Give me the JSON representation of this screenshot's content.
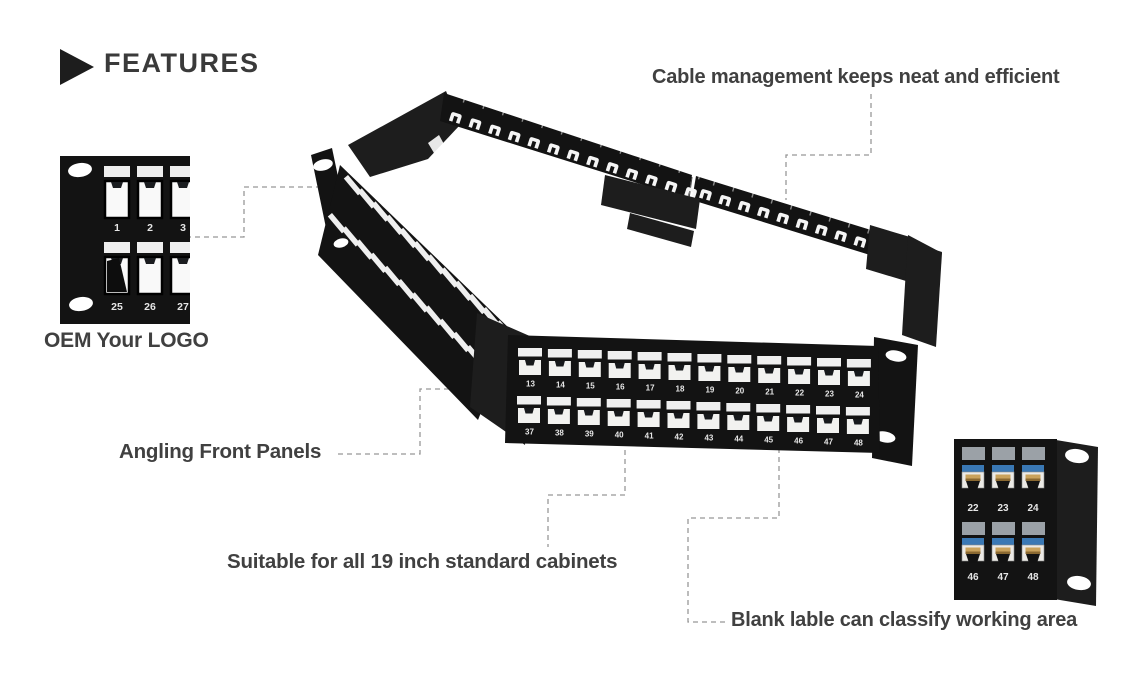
{
  "title": {
    "label": "FEATURES"
  },
  "annotations": {
    "cable_management": "Cable management keeps neat and efficient",
    "oem_logo": "OEM Your LOGO",
    "angling_panels": "Angling Front Panels",
    "cabinets": "Suitable for all 19 inch standard cabinets",
    "blank_label": "Blank lable can classify working area"
  },
  "product": {
    "front_panel": {
      "top_row_ports": [
        "13",
        "14",
        "15",
        "16",
        "17",
        "18",
        "19",
        "20",
        "21",
        "22",
        "23",
        "24"
      ],
      "bottom_row_ports": [
        "37",
        "38",
        "39",
        "40",
        "41",
        "42",
        "43",
        "44",
        "45",
        "46",
        "47",
        "48"
      ]
    },
    "oem_inset": {
      "top_row_ports": [
        "1",
        "2",
        "3"
      ],
      "bottom_row_ports": [
        "25",
        "26",
        "27"
      ]
    },
    "label_inset": {
      "top_row_ports": [
        "22",
        "23",
        "24"
      ],
      "bottom_row_ports": [
        "46",
        "47",
        "48"
      ]
    }
  },
  "colors": {
    "heading_text": "#3a3a3a",
    "heading_triangle": "#1d1d1d",
    "annotation_text": "#404040",
    "panel_black": "#131313",
    "label_strip_white": "#efefef",
    "label_strip_gray": "#9ba1a7",
    "keystone_blue": "#3a78b4",
    "connector_dash": "#979797"
  }
}
